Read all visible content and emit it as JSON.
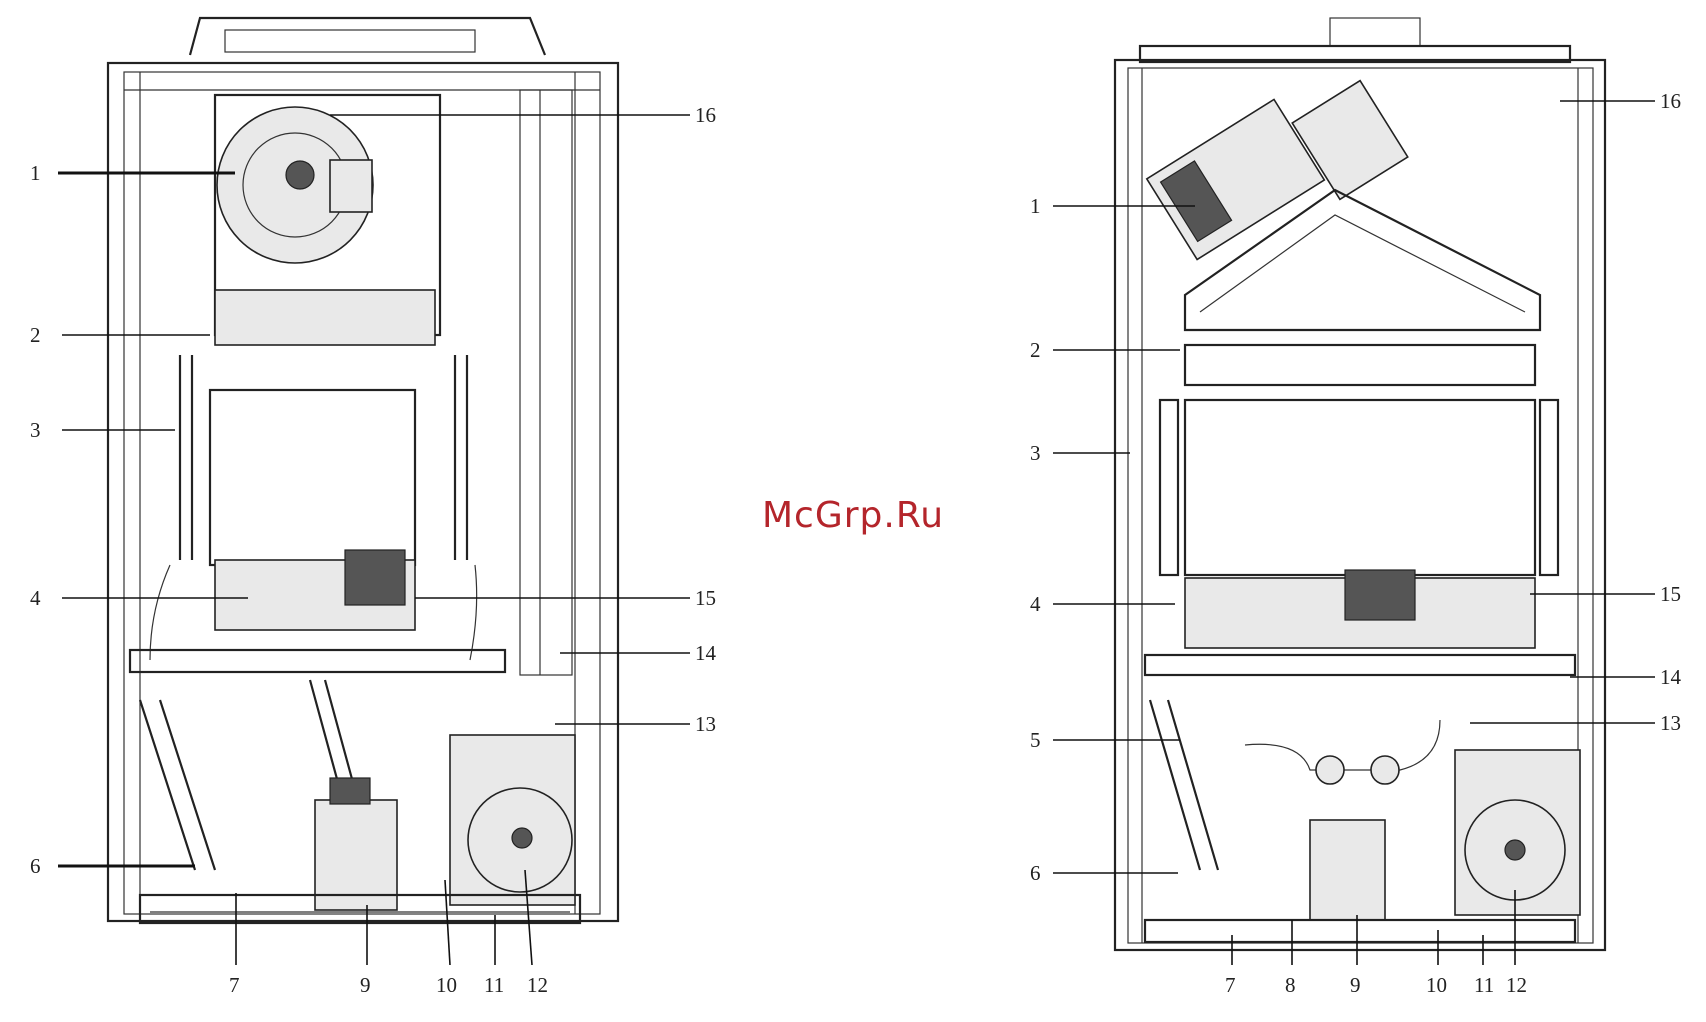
{
  "watermark": "McGrp.Ru",
  "colors": {
    "watermark": "#b4252b",
    "line": "#222222",
    "paper": "#ffffff"
  },
  "left_diagram": {
    "callouts": [
      {
        "label": "1"
      },
      {
        "label": "2"
      },
      {
        "label": "3"
      },
      {
        "label": "4"
      },
      {
        "label": "6"
      },
      {
        "label": "7"
      },
      {
        "label": "9"
      },
      {
        "label": "10"
      },
      {
        "label": "11"
      },
      {
        "label": "12"
      },
      {
        "label": "13"
      },
      {
        "label": "14"
      },
      {
        "label": "15"
      },
      {
        "label": "16"
      }
    ]
  },
  "right_diagram": {
    "callouts": [
      {
        "label": "1"
      },
      {
        "label": "2"
      },
      {
        "label": "3"
      },
      {
        "label": "4"
      },
      {
        "label": "5"
      },
      {
        "label": "6"
      },
      {
        "label": "7"
      },
      {
        "label": "8"
      },
      {
        "label": "9"
      },
      {
        "label": "10"
      },
      {
        "label": "11"
      },
      {
        "label": "12"
      },
      {
        "label": "13"
      },
      {
        "label": "14"
      },
      {
        "label": "15"
      },
      {
        "label": "16"
      }
    ]
  }
}
